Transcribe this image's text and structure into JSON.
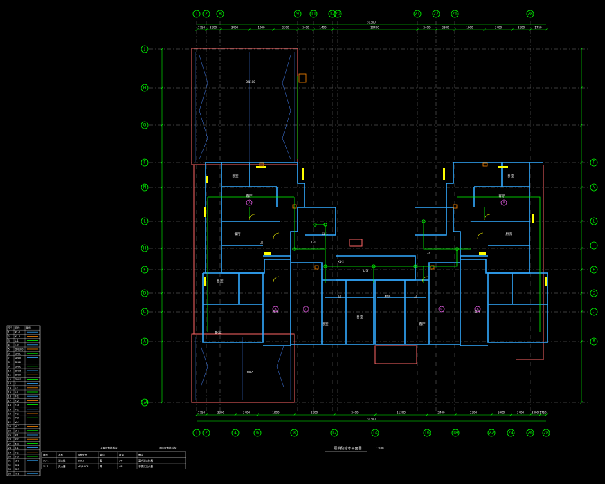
{
  "drawing": {
    "title": "二层消防给水平面图",
    "scale": "1:100",
    "total_dim": "51300"
  },
  "axes": {
    "top": [
      "1",
      "2",
      "8",
      "9",
      "11",
      "12",
      "20",
      "21",
      "22",
      "26",
      "28"
    ],
    "bottom": [
      "1",
      "2",
      "4",
      "6",
      "8",
      "12",
      "14",
      "16",
      "18",
      "22",
      "24",
      "26",
      "28"
    ],
    "left": [
      "J",
      "H",
      "G",
      "F",
      "N",
      "L",
      "H",
      "F",
      "D",
      "C",
      "A",
      "1/A"
    ],
    "right": [
      "F",
      "N",
      "L",
      "H",
      "F",
      "D",
      "C",
      "A"
    ]
  },
  "dims": {
    "top": [
      "1750",
      "3300",
      "3400",
      "1900",
      "2300",
      "2400",
      "1400",
      "10400",
      "2400",
      "2300",
      "1900",
      "3400",
      "3300",
      "1750"
    ],
    "bottom": [
      "1750",
      "3300",
      "3400",
      "1900",
      "2300",
      "2400",
      "11300",
      "2400",
      "2300",
      "1900",
      "3400",
      "3300",
      "1750"
    ]
  },
  "rooms": [
    "卧室",
    "卧室",
    "客厅",
    "客厅",
    "餐厅",
    "厨房",
    "卫",
    "卧室",
    "客厅",
    "客厅",
    "卧室",
    "卫",
    "卧室",
    "卧室",
    "客厅",
    "厨房",
    "卫"
  ],
  "units": [
    "A",
    "A",
    "B",
    "C",
    "C",
    "B"
  ],
  "pipe_labels": [
    "L-1",
    "L-2",
    "L-3",
    "XL-1",
    "XL-2",
    "DN100",
    "DN65"
  ],
  "legend": {
    "title": "图例",
    "headers": [
      "序号",
      "名称",
      "图例"
    ],
    "rows": [
      [
        "1",
        "XL-1"
      ],
      [
        "2",
        "XL-2"
      ],
      [
        "3",
        "L-1"
      ],
      [
        "4",
        "L-2"
      ],
      [
        "5",
        "DN100"
      ],
      [
        "6",
        "DN65"
      ],
      [
        "7",
        "DN50"
      ],
      [
        "8",
        "DN40"
      ],
      [
        "9",
        "DN32"
      ],
      [
        "10",
        "DN25"
      ],
      [
        "11",
        "DN20"
      ],
      [
        "12",
        "DN15"
      ],
      [
        "13",
        "J-1"
      ],
      [
        "14",
        "J-2"
      ],
      [
        "15",
        "J-3"
      ],
      [
        "16",
        "F-1"
      ],
      [
        "17",
        "F-2"
      ],
      [
        "18",
        "F-3"
      ],
      [
        "19",
        "P-1"
      ],
      [
        "20",
        "P-2"
      ],
      [
        "21",
        "P-3"
      ],
      [
        "22",
        "W-1"
      ],
      [
        "23",
        "W-2"
      ],
      [
        "24",
        "W-3"
      ],
      [
        "25",
        "Y-1"
      ],
      [
        "26",
        "Y-2"
      ],
      [
        "27",
        "Y-3"
      ],
      [
        "28",
        "T-1"
      ],
      [
        "29",
        "T-2"
      ],
      [
        "30",
        "T-3"
      ],
      [
        "31",
        "G-1"
      ],
      [
        "32",
        "G-2"
      ],
      [
        "33",
        "G-3"
      ],
      [
        "34",
        "H-1"
      ]
    ]
  },
  "equip_table": {
    "title": "主要设备材料表",
    "title2": "消防设备材料表",
    "headers": [
      "编号",
      "名称",
      "规格型号",
      "单位",
      "数量",
      "备注"
    ],
    "rows": [
      [
        "XG-1",
        "消火栓",
        "SN65",
        "套",
        "24",
        "室内消火栓箱"
      ],
      [
        "XL-1",
        "灭火器",
        "MF/ABC4",
        "具",
        "48",
        "手提式灭火器"
      ]
    ]
  },
  "colors": {
    "background": "#000000",
    "axis": "#00ff00",
    "wall": "#33aaff",
    "outline": "#ff6666",
    "pipe": "#00ff00",
    "text": "#ffffff",
    "accent": "#ffff00",
    "grid": "#9a9a9a",
    "unit": "#ff66ff",
    "fixture": "#ff8800"
  }
}
